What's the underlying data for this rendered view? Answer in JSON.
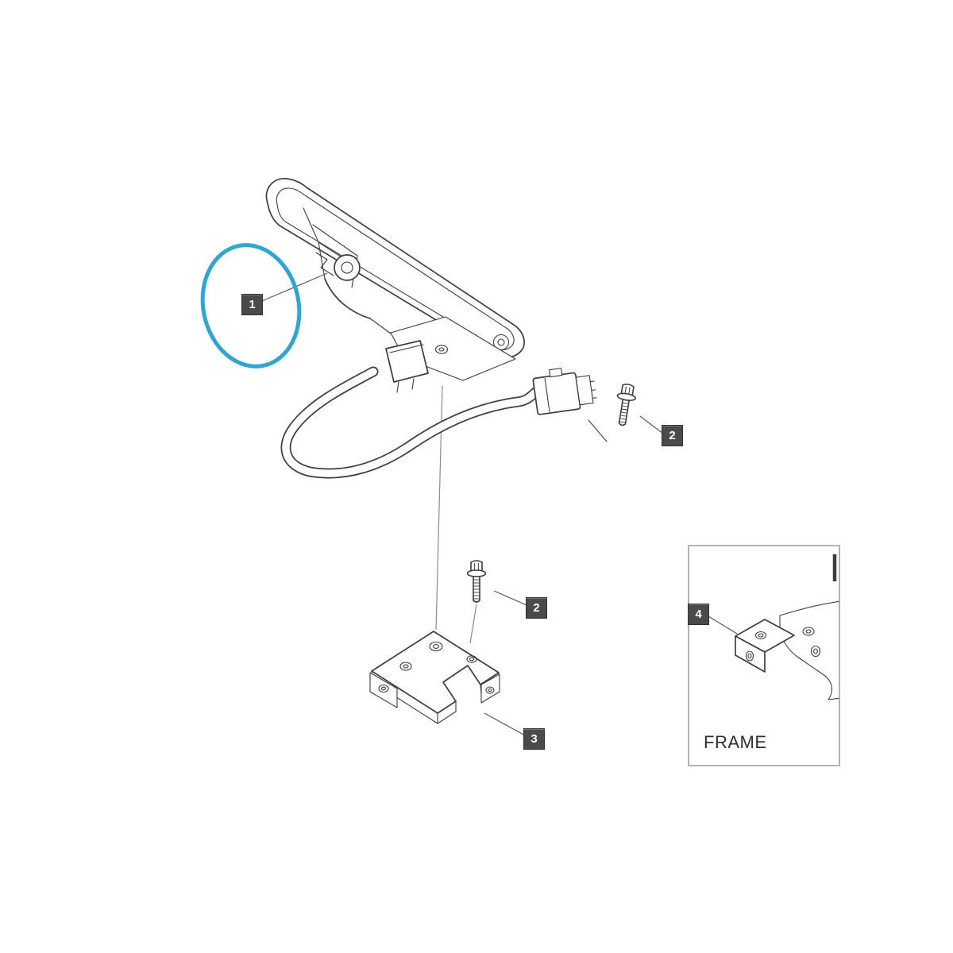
{
  "diagram": {
    "callouts": [
      {
        "label": "1"
      },
      {
        "label": "2"
      },
      {
        "label": "2"
      },
      {
        "label": "3"
      },
      {
        "label": "4"
      }
    ],
    "frame_label": "FRAME",
    "colors": {
      "highlight": "#2aa7d8",
      "line": "#3d3d3d",
      "line_light": "#8a8a8a",
      "badge_bg": "#4a4a4a",
      "badge_fg": "#ffffff",
      "inset_border": "#9a9a9a"
    }
  }
}
